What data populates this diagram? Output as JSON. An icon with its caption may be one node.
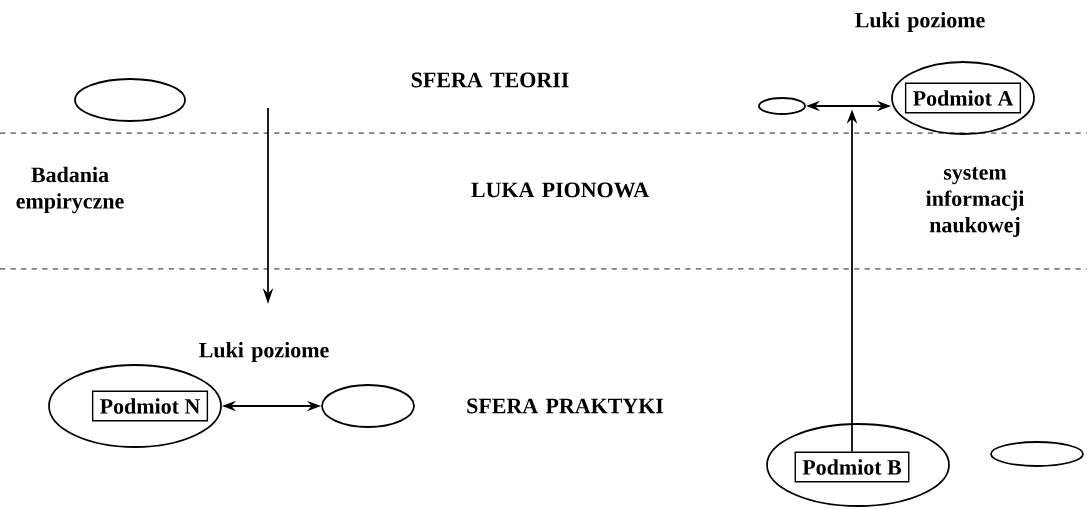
{
  "diagram": {
    "nodes": [
      {
        "text": [],
        "shape": "ellipse"
      },
      {
        "text": [],
        "shape": "ellipse"
      },
      {
        "text": [],
        "shape": "ellipse"
      },
      {
        "text": [
          "Podmiot A"
        ],
        "in": 2
      },
      {
        "text": [],
        "shape": "ellipse"
      },
      {
        "text": [
          "Podmiot N"
        ],
        "in": 4
      },
      {
        "text": [],
        "shape": "ellipse"
      },
      {
        "text": [],
        "shape": "ellipse"
      },
      {
        "text": [
          "Podmiot B"
        ],
        "in": 7
      },
      {
        "text": [],
        "shape": "ellipse"
      }
    ],
    "edges": [
      {
        "from": 1,
        "to": 2,
        "arrow": "both"
      },
      {
        "from": 8,
        "to": null,
        "arrow": "to"
      },
      {
        "from": 4,
        "to": 6,
        "arrow": "both"
      }
    ],
    "labels": [
      "Luki poziome",
      "SFERA TEORII",
      "Badania empiryczne",
      "LUKA PIONOWA",
      "system informacji naukowej",
      "Luki poziome",
      "SFERA PRAKTYKI"
    ]
  }
}
